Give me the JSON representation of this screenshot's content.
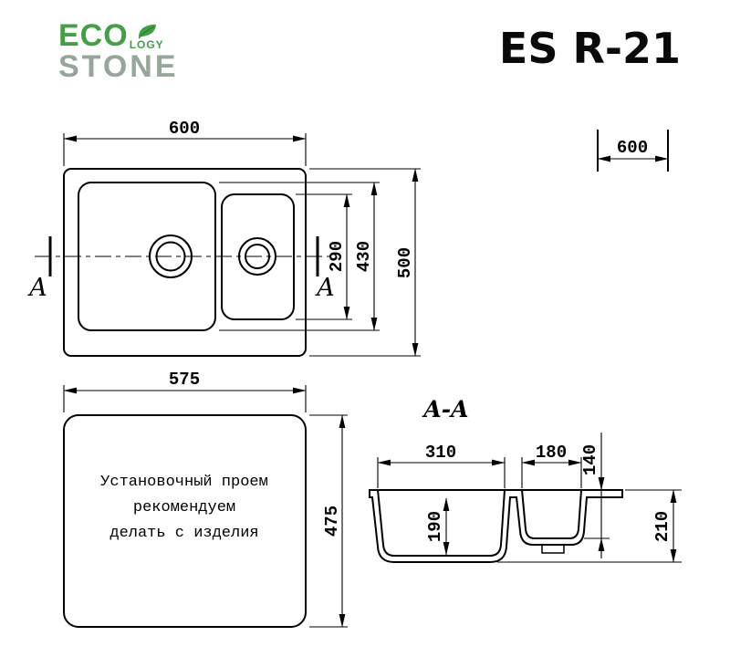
{
  "logo": {
    "eco": "ECO",
    "logy": "LOGY",
    "stone": "STONE"
  },
  "title": "ES R-21",
  "plan": {
    "dim_width": "600",
    "dim_cabinet": "600",
    "dim_height": "500",
    "dim_large_bowl_length": "430",
    "dim_small_bowl_length": "290",
    "section_label": "A"
  },
  "cutout": {
    "dim_width": "575",
    "dim_height": "475",
    "note": {
      "line1": "Установочный проем",
      "line2": "рекомендуем",
      "line3": "делать с изделия"
    }
  },
  "section": {
    "label": "A-A",
    "dim_left_bowl_width": "310",
    "dim_right_bowl_width": "180",
    "dim_right_bowl_depth": "140",
    "dim_left_bowl_depth": "190",
    "dim_total_depth": "210"
  },
  "colors": {
    "logo_green": "#43A047",
    "logo_gray": "#97A69B",
    "line": "#000000"
  }
}
